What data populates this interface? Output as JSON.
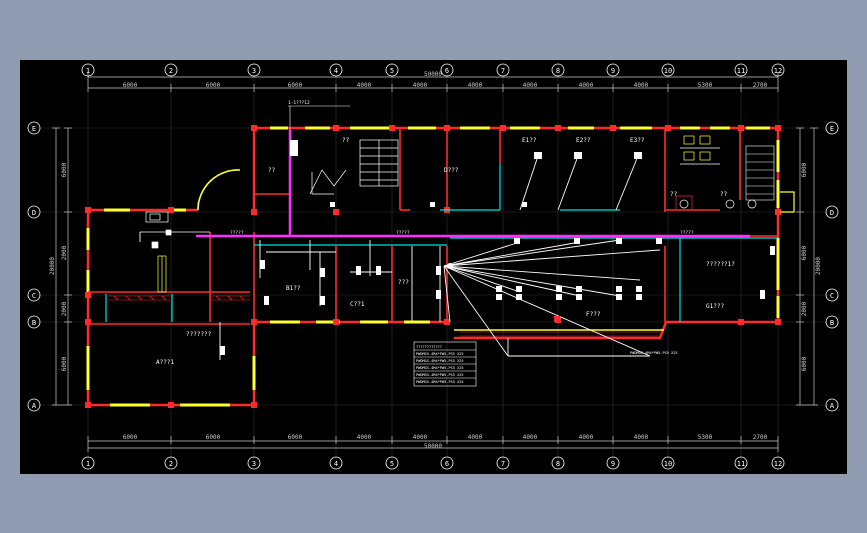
{
  "drawing": {
    "colors": {
      "background": "#000000",
      "viewport_bg": "#8e9bb0",
      "wall": "#ff2a2a",
      "window": "#ffff30",
      "main_duct": "#ff30ff",
      "glass": "#00e0e0",
      "line": "#ffffff",
      "dimension": "#c8c8c8"
    },
    "column_labels": [
      "1",
      "2",
      "3",
      "4",
      "5",
      "6",
      "7",
      "8",
      "9",
      "10",
      "11",
      "12"
    ],
    "row_labels": [
      "E",
      "D",
      "C",
      "B",
      "A"
    ],
    "top_dims": [
      "6000",
      "6000",
      "6000",
      "4000",
      "4000",
      "4000",
      "4000",
      "4000",
      "4000",
      "5300",
      "2700"
    ],
    "bottom_dims": [
      "6000",
      "6000",
      "6000",
      "4000",
      "4000",
      "4000",
      "4000",
      "4000",
      "4000",
      "5300",
      "2700"
    ],
    "total_dim": "50000",
    "left_dims": [
      "6000",
      "2000",
      "2000",
      "6000"
    ],
    "left_total": "20000",
    "right_dims": [
      "6000",
      "6000",
      "2000",
      "6000"
    ],
    "right_total": "20000",
    "rooms": {
      "a": "A???1",
      "b": "B1??",
      "c": "C??1",
      "d": "D???",
      "e": "E1??",
      "e2": "E2??",
      "e3": "E3??",
      "f": "F???",
      "g": "G1???",
      "small1": "??",
      "small2": "???",
      "stair": "??",
      "wc": "??",
      "wc2": "??",
      "room_note": "???????",
      "room_note2": "??????1?"
    },
    "riser_label": "1-1???12",
    "duct_label1": "?????",
    "duct_label2": "?????",
    "duct_label3": "?????",
    "legend_title": "????????????",
    "legend_rows": [
      "PWDMGS-4M4*PW5-PS5 X25",
      "PWDMGS-4M4*PW5-PS5 X25",
      "PWDMGS-4M4*PW5-PS5 X25",
      "PWDMGS-4M4*PW5-PS5 X25",
      "PWDMGS-4M4*PW5-PS5 X25"
    ],
    "bottom_note": "PWDMGS-4M4*PW5-PS5 X25"
  }
}
